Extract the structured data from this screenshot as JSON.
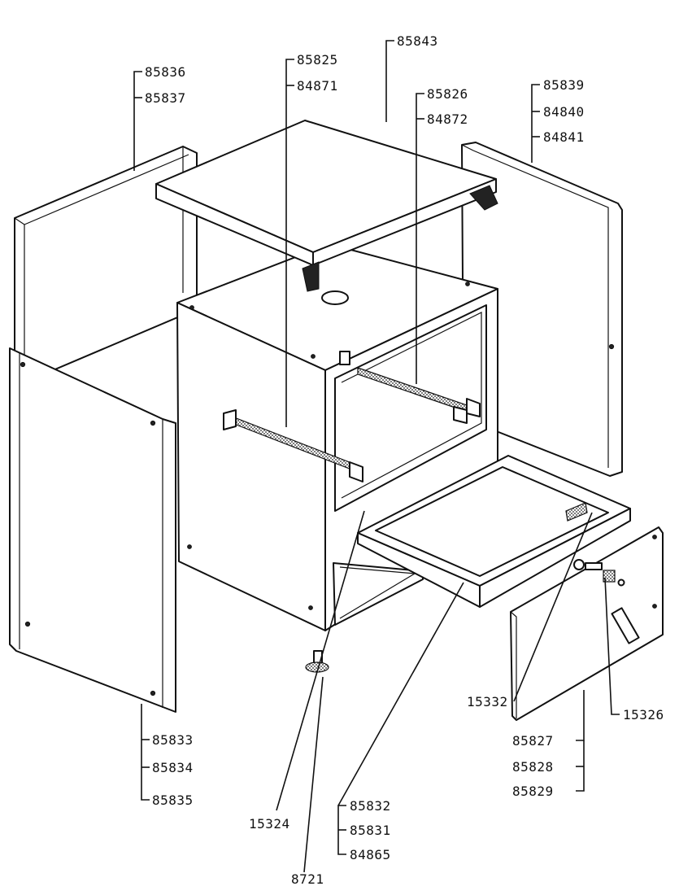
{
  "labels": {
    "top_panel_85843": "85843",
    "rail_left_85825": "85825",
    "rail_left_84871": "84871",
    "rail_right_85826": "85826",
    "rail_right_84872": "84872",
    "left_back_85836": "85836",
    "left_back_85837": "85837",
    "right_side_85839": "85839",
    "right_side_84840": "84840",
    "right_side_84841": "84841",
    "left_side_85833": "85833",
    "left_side_85834": "85834",
    "left_side_85835": "85835",
    "hinge_15332": "15332",
    "spring_15326": "15326",
    "front_panel_85827": "85827",
    "front_panel_85828": "85828",
    "front_panel_85829": "85829",
    "door_85832": "85832",
    "door_85831": "85831",
    "door_84865": "84865",
    "catch_15324": "15324",
    "foot_8721": "8721"
  }
}
